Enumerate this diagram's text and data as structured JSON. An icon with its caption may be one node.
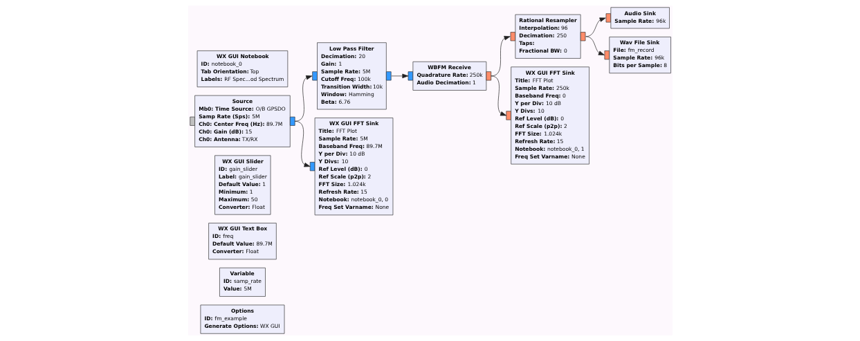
{
  "diagram": {
    "nodes": [
      {
        "text": [
          "Options",
          "**ID:** fm_example",
          "**Generate Options:** WX GUI"
        ]
      },
      {
        "text": [
          "Variable",
          "**ID:** samp_rate",
          "**Value:** 5M"
        ]
      },
      {
        "text": [
          "WX GUI Text Box",
          "**ID:** freq",
          "**Default Value:** 89.7M",
          "**Converter:** Float"
        ]
      },
      {
        "text": [
          "WX GUI Slider",
          "**ID:** gain_slider",
          "**Label:** gain_slider",
          "**Default Value:** 1",
          "**Minimum:** 1",
          "**Maximum:** 50",
          "**Converter:** Float"
        ]
      },
      {
        "text": [
          "Source",
          "**Mb0: Time Source:** O/B GPSDO",
          "**Samp Rate (Sps):** 5M",
          "**Ch0: Center Freq (Hz):** 89.7M",
          "**Ch0: Gain (dB):** 15",
          "**Ch0: Antenna:** TX/RX"
        ]
      },
      {
        "text": [
          "Low Pass Filter",
          "**Decimation:** 20",
          "**Gain:** 1",
          "**Sample Rate:** 5M",
          "**Cutoff Freq:** 100k",
          "**Transition Width:** 10k",
          "**Window:** Hamming",
          "**Beta:** 6.76"
        ]
      },
      {
        "text": [
          "WX GUI FFT Sink",
          "**Title:** FFT Plot",
          "**Sample Rate:** 5M",
          "**Baseband Freq:** 89.7M",
          "**Y per Div:** 10 dB",
          "**Y Divs:** 10",
          "**Ref Level (dB):** 0",
          "**Ref Scale (p2p):** 2",
          "**FFT Size:** 1.024k",
          "**Refresh Rate:** 15",
          "**Notebook:** notebook_0, 0",
          "**Freq Set Varname:** None"
        ]
      },
      {
        "text": [
          "WBFM Receive",
          "**Quadrature Rate:** 250k",
          "**Audio Decimation:** 1"
        ]
      },
      {
        "text": [
          "WX GUI Notebook",
          "**ID:** notebook_0",
          "**Tab Orientation:** Top",
          "**Labels:** RF Spec...od Spectrum"
        ]
      },
      {
        "text": [
          "Rational Resampler",
          "**Interpolation:** 96",
          "**Decimation:** 250",
          "**Taps:**",
          "**Fractional BW:** 0"
        ]
      },
      {
        "text": [
          "WX GUI FFT Sink",
          "**Title:** FFT Plot",
          "**Sample Rate:** 250k",
          "**Baseband Freq:** 0",
          "**Y per Div:** 10 dB",
          "**Y Divs:** 10",
          "**Ref Level (dB):** 0",
          "**Ref Scale (p2p):** 2",
          "**FFT Size:** 1.024k",
          "**Refresh Rate:** 15",
          "**Notebook:** notebook_0, 1",
          "**Freq Set Varname:** None"
        ]
      },
      {
        "text": [
          "Audio Sink",
          "**Sample Rate:** 96k"
        ]
      },
      {
        "text": [
          "Wav File Sink",
          "**File:** fm_record",
          "**Sample Rate:** 96k",
          "**Bits per Sample:** 8"
        ]
      }
    ],
    "edges": [
      {
        "from": 4,
        "to": 5,
        "arrow": "to"
      },
      {
        "from": 4,
        "to": 6,
        "arrow": "to"
      },
      {
        "from": 5,
        "to": 7,
        "arrow": "to"
      },
      {
        "from": 7,
        "to": 9,
        "arrow": "to"
      },
      {
        "from": 7,
        "to": 10,
        "arrow": "to"
      },
      {
        "from": 9,
        "to": 11,
        "arrow": "to"
      },
      {
        "from": 9,
        "to": 12,
        "arrow": "to"
      }
    ]
  }
}
